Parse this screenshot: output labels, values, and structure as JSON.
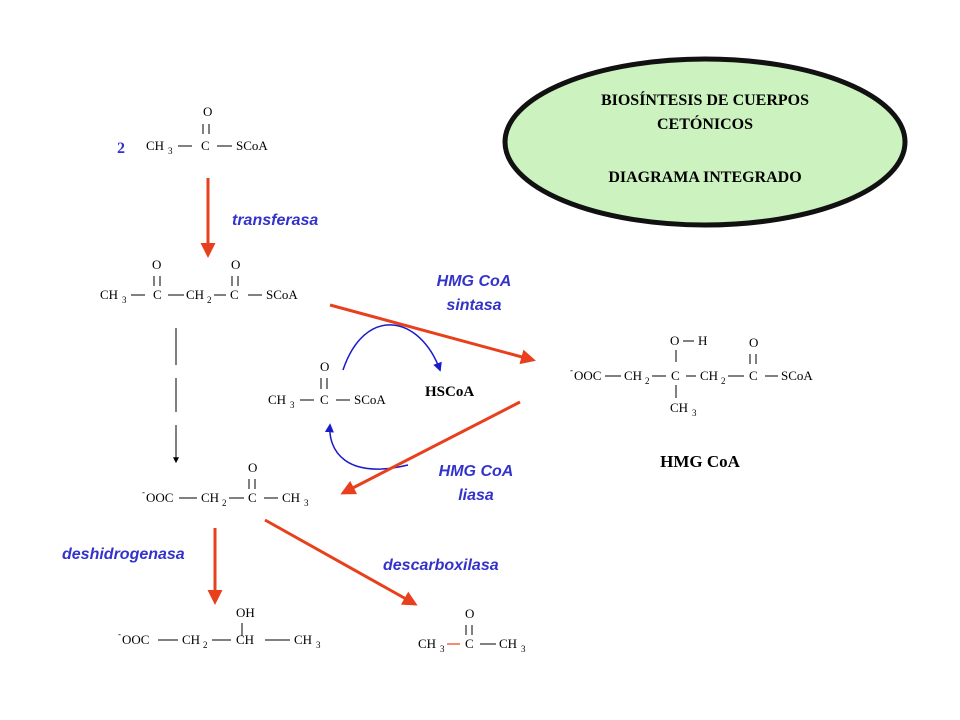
{
  "title": {
    "line1": "BIOSÍNTESIS DE CUERPOS",
    "line2": "CETÓNICOS",
    "line3": "DIAGRAMA INTEGRADO"
  },
  "stoich": "2",
  "enzymes": {
    "transferasa": "transferasa",
    "sintasa_l1": "HMG CoA",
    "sintasa_l2": "sintasa",
    "liasa_l1": "HMG CoA",
    "liasa_l2": "liasa",
    "deshidrogenasa": "deshidrogenasa",
    "descarboxilasa": "descarboxilasa"
  },
  "labels": {
    "hmg_coa": "HMG CoA",
    "hscoa": "HSCoA"
  },
  "atoms": {
    "O": "O",
    "C": "C",
    "H": "H",
    "CH": "CH",
    "CH3": "CH",
    "CH2": "CH",
    "sub3": "3",
    "sub2": "2",
    "SCoA": "SCoA",
    "OOC": "OOC",
    "minus": "-",
    "OH": "OH"
  },
  "colors": {
    "enzyme_text": "#3333cc",
    "reaction_arrow": "#e8401c",
    "cycle_arrow": "#1a1acc",
    "title_fill": "#ccf2c0",
    "title_border": "#111111"
  }
}
